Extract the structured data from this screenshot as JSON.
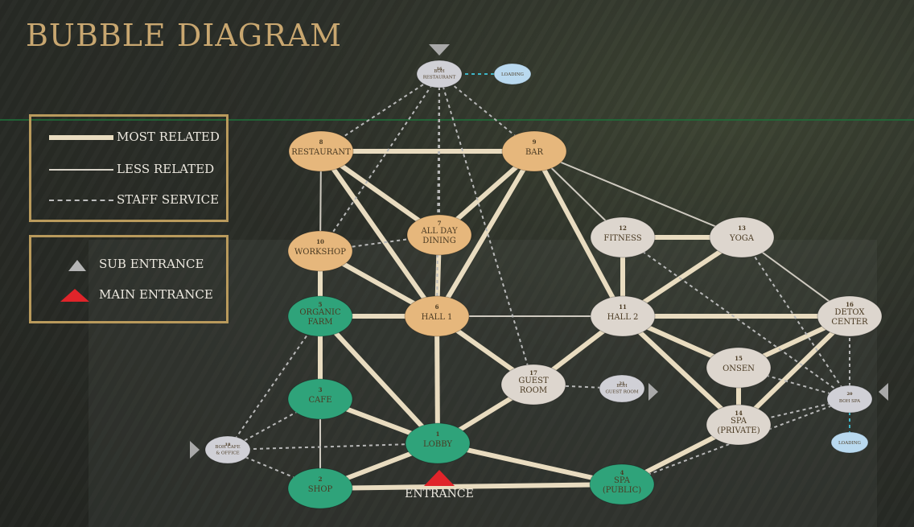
{
  "title": "BUBBLE DIAGRAM",
  "legend": {
    "most_related": "MOST RELATED",
    "less_related": "LESS RELATED",
    "staff_service": "STAFF SERVICE",
    "sub_entrance": "SUB ENTRANCE",
    "main_entrance": "MAIN ENTRANCE"
  },
  "entrance_label": "ENTRANCE",
  "colors": {
    "guest": "#e6b77c",
    "green": "#2fa37a",
    "pale": "#ddd6ce",
    "support": "#d0d0d6",
    "loading": "#b9d9ef",
    "most": "#e9dcc0",
    "less": "#cfcac0",
    "staff": "#b8b8b8"
  },
  "nodes": [
    {
      "id": "boh_restaurant",
      "num": "16",
      "lines": [
        "BOH",
        "RESTAURANT"
      ],
      "kind": "support"
    },
    {
      "id": "loading_top",
      "num": "",
      "lines": [
        "LOADING"
      ],
      "kind": "loading"
    },
    {
      "id": "restaurant",
      "num": "8",
      "lines": [
        "RESTAURANT"
      ],
      "kind": "guest"
    },
    {
      "id": "bar",
      "num": "9",
      "lines": [
        "BAR"
      ],
      "kind": "guest"
    },
    {
      "id": "all_day_dining",
      "num": "7",
      "lines": [
        "ALL DAY",
        "DINING"
      ],
      "kind": "guest"
    },
    {
      "id": "workshop",
      "num": "10",
      "lines": [
        "WORKSHOP"
      ],
      "kind": "guest"
    },
    {
      "id": "fitness",
      "num": "12",
      "lines": [
        "FITNESS"
      ],
      "kind": "pale"
    },
    {
      "id": "yoga",
      "num": "13",
      "lines": [
        "YOGA"
      ],
      "kind": "pale"
    },
    {
      "id": "organic_farm",
      "num": "5",
      "lines": [
        "ORGANIC",
        "FARM"
      ],
      "kind": "green"
    },
    {
      "id": "hall1",
      "num": "6",
      "lines": [
        "HALL 1"
      ],
      "kind": "guest"
    },
    {
      "id": "hall2",
      "num": "11",
      "lines": [
        "HALL 2"
      ],
      "kind": "pale"
    },
    {
      "id": "detox",
      "num": "16",
      "lines": [
        "DETOX",
        "CENTER"
      ],
      "kind": "pale"
    },
    {
      "id": "onsen",
      "num": "15",
      "lines": [
        "ONSEN"
      ],
      "kind": "pale"
    },
    {
      "id": "guest_room",
      "num": "17",
      "lines": [
        "GUEST",
        "ROOM"
      ],
      "kind": "pale"
    },
    {
      "id": "boh_guest_room",
      "num": "21",
      "lines": [
        "BOH",
        "GUEST ROOM"
      ],
      "kind": "support"
    },
    {
      "id": "cafe",
      "num": "3",
      "lines": [
        "CAFE"
      ],
      "kind": "green"
    },
    {
      "id": "boh_spa",
      "num": "20",
      "lines": [
        "BOH SPA"
      ],
      "kind": "support"
    },
    {
      "id": "loading_right",
      "num": "",
      "lines": [
        "LOADING"
      ],
      "kind": "loading"
    },
    {
      "id": "spa_private",
      "num": "14",
      "lines": [
        "SPA",
        "(PRIVATE)"
      ],
      "kind": "pale"
    },
    {
      "id": "boh_cafe",
      "num": "18",
      "lines": [
        "BOH CAFE",
        "& OFFICE"
      ],
      "kind": "support"
    },
    {
      "id": "lobby",
      "num": "1",
      "lines": [
        "LOBBY"
      ],
      "kind": "green"
    },
    {
      "id": "shop",
      "num": "2",
      "lines": [
        "SHOP"
      ],
      "kind": "green"
    },
    {
      "id": "spa_public",
      "num": "4",
      "lines": [
        "SPA",
        "(PUBLIC)"
      ],
      "kind": "green"
    }
  ],
  "links": [
    {
      "from": "restaurant",
      "to": "bar",
      "type": "most"
    },
    {
      "from": "restaurant",
      "to": "all_day_dining",
      "type": "most"
    },
    {
      "from": "restaurant",
      "to": "hall1",
      "type": "most"
    },
    {
      "from": "restaurant",
      "to": "workshop",
      "type": "less"
    },
    {
      "from": "bar",
      "to": "all_day_dining",
      "type": "most"
    },
    {
      "from": "bar",
      "to": "hall1",
      "type": "most"
    },
    {
      "from": "bar",
      "to": "hall2",
      "type": "most"
    },
    {
      "from": "bar",
      "to": "fitness",
      "type": "less"
    },
    {
      "from": "bar",
      "to": "yoga",
      "type": "less"
    },
    {
      "from": "all_day_dining",
      "to": "hall1",
      "type": "most"
    },
    {
      "from": "workshop",
      "to": "hall1",
      "type": "most"
    },
    {
      "from": "workshop",
      "to": "organic_farm",
      "type": "most"
    },
    {
      "from": "organic_farm",
      "to": "hall1",
      "type": "most"
    },
    {
      "from": "organic_farm",
      "to": "cafe",
      "type": "most"
    },
    {
      "from": "organic_farm",
      "to": "lobby",
      "type": "most"
    },
    {
      "from": "hall1",
      "to": "hall2",
      "type": "less"
    },
    {
      "from": "hall1",
      "to": "lobby",
      "type": "most"
    },
    {
      "from": "hall1",
      "to": "guest_room",
      "type": "most"
    },
    {
      "from": "hall2",
      "to": "fitness",
      "type": "most"
    },
    {
      "from": "hall2",
      "to": "yoga",
      "type": "most"
    },
    {
      "from": "hall2",
      "to": "detox",
      "type": "most"
    },
    {
      "from": "hall2",
      "to": "onsen",
      "type": "most"
    },
    {
      "from": "hall2",
      "to": "spa_private",
      "type": "most"
    },
    {
      "from": "hall2",
      "to": "guest_room",
      "type": "most"
    },
    {
      "from": "fitness",
      "to": "yoga",
      "type": "most"
    },
    {
      "from": "yoga",
      "to": "detox",
      "type": "less"
    },
    {
      "from": "detox",
      "to": "onsen",
      "type": "most"
    },
    {
      "from": "detox",
      "to": "spa_private",
      "type": "most"
    },
    {
      "from": "onsen",
      "to": "spa_private",
      "type": "most"
    },
    {
      "from": "cafe",
      "to": "lobby",
      "type": "most"
    },
    {
      "from": "cafe",
      "to": "shop",
      "type": "less"
    },
    {
      "from": "lobby",
      "to": "shop",
      "type": "most"
    },
    {
      "from": "lobby",
      "to": "spa_public",
      "type": "most"
    },
    {
      "from": "lobby",
      "to": "guest_room",
      "type": "most"
    },
    {
      "from": "shop",
      "to": "spa_public",
      "type": "most"
    },
    {
      "from": "spa_public",
      "to": "spa_private",
      "type": "most"
    },
    {
      "from": "boh_restaurant",
      "to": "restaurant",
      "type": "staff"
    },
    {
      "from": "boh_restaurant",
      "to": "bar",
      "type": "staff"
    },
    {
      "from": "boh_restaurant",
      "to": "all_day_dining",
      "type": "staff"
    },
    {
      "from": "boh_restaurant",
      "to": "workshop",
      "type": "staff"
    },
    {
      "from": "boh_restaurant",
      "to": "hall1",
      "type": "staff"
    },
    {
      "from": "boh_restaurant",
      "to": "guest_room",
      "type": "staff"
    },
    {
      "from": "boh_restaurant",
      "to": "loading_top",
      "type": "staff"
    },
    {
      "from": "workshop",
      "to": "all_day_dining",
      "type": "staff"
    },
    {
      "from": "boh_cafe",
      "to": "organic_farm",
      "type": "staff"
    },
    {
      "from": "boh_cafe",
      "to": "lobby",
      "type": "staff"
    },
    {
      "from": "boh_cafe",
      "to": "shop",
      "type": "staff"
    },
    {
      "from": "boh_cafe",
      "to": "cafe",
      "type": "staff"
    },
    {
      "from": "guest_room",
      "to": "boh_guest_room",
      "type": "staff"
    },
    {
      "from": "boh_spa",
      "to": "onsen",
      "type": "staff"
    },
    {
      "from": "boh_spa",
      "to": "spa_private",
      "type": "staff"
    },
    {
      "from": "boh_spa",
      "to": "spa_public",
      "type": "staff"
    },
    {
      "from": "boh_spa",
      "to": "detox",
      "type": "staff"
    },
    {
      "from": "boh_spa",
      "to": "yoga",
      "type": "staff"
    },
    {
      "from": "boh_spa",
      "to": "fitness",
      "type": "staff"
    },
    {
      "from": "boh_spa",
      "to": "loading_right",
      "type": "staff"
    }
  ]
}
